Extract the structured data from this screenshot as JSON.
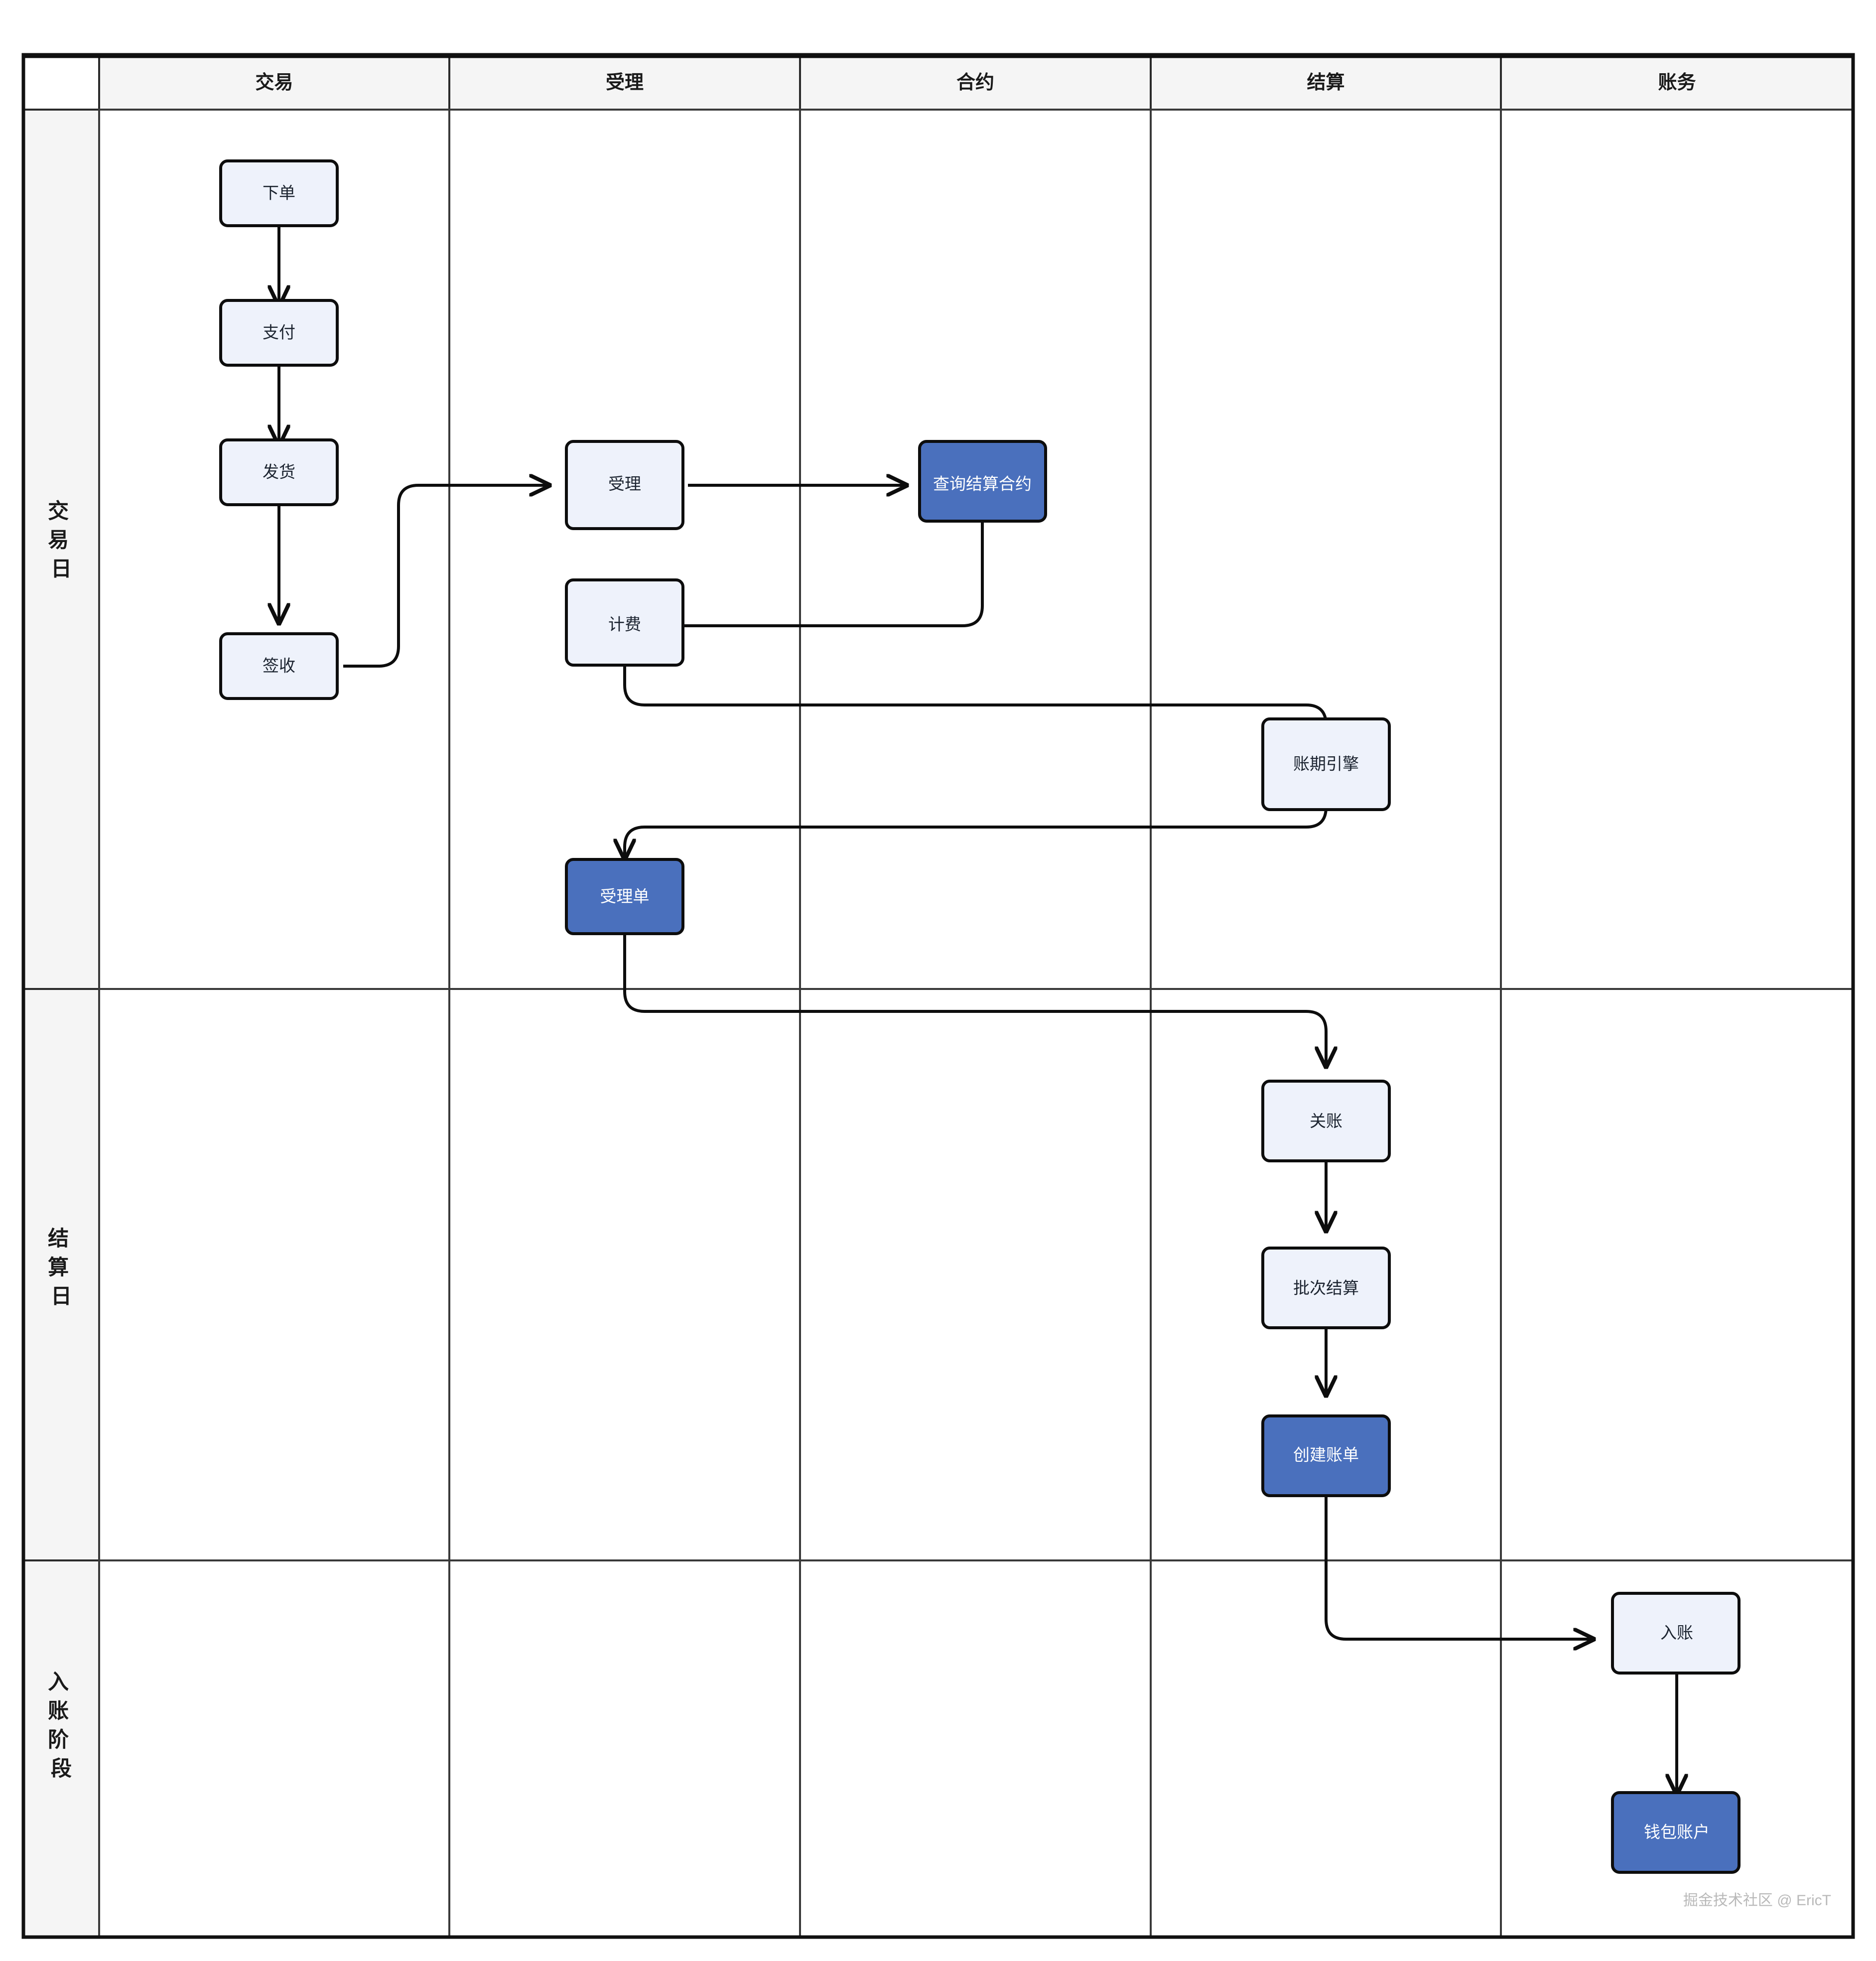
{
  "diagram": {
    "type": "swimlane-flowchart",
    "columns": [
      {
        "id": "trade",
        "label": "交易"
      },
      {
        "id": "acceptance",
        "label": "受理"
      },
      {
        "id": "contract",
        "label": "合约"
      },
      {
        "id": "settlement",
        "label": "结算"
      },
      {
        "id": "accounting",
        "label": "账务"
      }
    ],
    "rows": [
      {
        "id": "trade-day",
        "label": "交易日"
      },
      {
        "id": "settlement-day",
        "label": "结算日"
      },
      {
        "id": "posting-stage",
        "label": "入账阶段"
      }
    ],
    "nodes": [
      {
        "id": "n1",
        "label": "下单",
        "column": "trade",
        "row": "trade-day",
        "style": "light"
      },
      {
        "id": "n2",
        "label": "支付",
        "column": "trade",
        "row": "trade-day",
        "style": "light"
      },
      {
        "id": "n3",
        "label": "发货",
        "column": "trade",
        "row": "trade-day",
        "style": "light"
      },
      {
        "id": "n4",
        "label": "签收",
        "column": "trade",
        "row": "trade-day",
        "style": "light"
      },
      {
        "id": "n5",
        "label": "受理",
        "column": "acceptance",
        "row": "trade-day",
        "style": "light"
      },
      {
        "id": "n6",
        "label": "查询结算合约",
        "column": "contract",
        "row": "trade-day",
        "style": "accent"
      },
      {
        "id": "n7",
        "label": "计费",
        "column": "acceptance",
        "row": "trade-day",
        "style": "light"
      },
      {
        "id": "n8",
        "label": "账期引擎",
        "column": "settlement",
        "row": "trade-day",
        "style": "light"
      },
      {
        "id": "n9",
        "label": "受理单",
        "column": "acceptance",
        "row": "trade-day",
        "style": "accent"
      },
      {
        "id": "n10",
        "label": "关账",
        "column": "settlement",
        "row": "settlement-day",
        "style": "light"
      },
      {
        "id": "n11",
        "label": "批次结算",
        "column": "settlement",
        "row": "settlement-day",
        "style": "light"
      },
      {
        "id": "n12",
        "label": "创建账单",
        "column": "settlement",
        "row": "settlement-day",
        "style": "accent"
      },
      {
        "id": "n13",
        "label": "入账",
        "column": "accounting",
        "row": "posting-stage",
        "style": "light"
      },
      {
        "id": "n14",
        "label": "钱包账户",
        "column": "accounting",
        "row": "posting-stage",
        "style": "accent"
      }
    ],
    "edges": [
      {
        "from": "n1",
        "to": "n2"
      },
      {
        "from": "n2",
        "to": "n3"
      },
      {
        "from": "n3",
        "to": "n4"
      },
      {
        "from": "n4",
        "to": "n5"
      },
      {
        "from": "n5",
        "to": "n6"
      },
      {
        "from": "n6",
        "to": "n7"
      },
      {
        "from": "n7",
        "to": "n8"
      },
      {
        "from": "n8",
        "to": "n9"
      },
      {
        "from": "n9",
        "to": "n10"
      },
      {
        "from": "n10",
        "to": "n11"
      },
      {
        "from": "n11",
        "to": "n12"
      },
      {
        "from": "n12",
        "to": "n13"
      },
      {
        "from": "n13",
        "to": "n14"
      }
    ],
    "colors": {
      "accent_fill": "#4a70bd",
      "light_fill": "#eef2fb",
      "node_stroke": "#0d0d0d",
      "header_fill": "#f5f5f5",
      "grid_stroke": "#3a3a3a",
      "text_dark": "#1c2430",
      "text_light": "#ffffff",
      "watermark": "#b9b9b9"
    }
  },
  "watermark": {
    "text": "掘金技术社区 @ EricT"
  }
}
